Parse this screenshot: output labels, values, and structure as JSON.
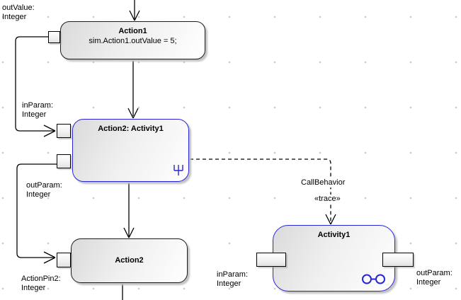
{
  "diagram": {
    "nodes": {
      "action1": {
        "title": "Action1",
        "body": "sim.Action1.outValue = 5;"
      },
      "action2_activity1": {
        "title": "Action2: Activity1"
      },
      "action2": {
        "title": "Action2"
      },
      "activity1": {
        "title": "Activity1"
      }
    },
    "pin_labels": {
      "out_value": "outValue:\nInteger",
      "in_param_action": "inParam:\nInteger",
      "out_param_action": "outParam:\nInteger",
      "action_pin2": "ActionPin2:\nInteger",
      "in_param_activity1": "inParam:\nInteger",
      "out_param_activity1": "outParam:\nInteger"
    },
    "connector_labels": {
      "call_behavior": "CallBehavior",
      "trace": "«trace»"
    },
    "icons": {
      "rake": "call-behavior-rake-icon",
      "linked_circles": "linked-circles-icon"
    },
    "colors": {
      "node_border": "#1c1c1c",
      "activity_border_blue": "#2626d8",
      "icon_blue": "#2626d8",
      "connector": "#000000",
      "node_fill_start": "#dadada",
      "node_fill_end": "#ffffff",
      "shadow": "#c2c2c2",
      "grid_dot": "#c6c6c6"
    }
  }
}
